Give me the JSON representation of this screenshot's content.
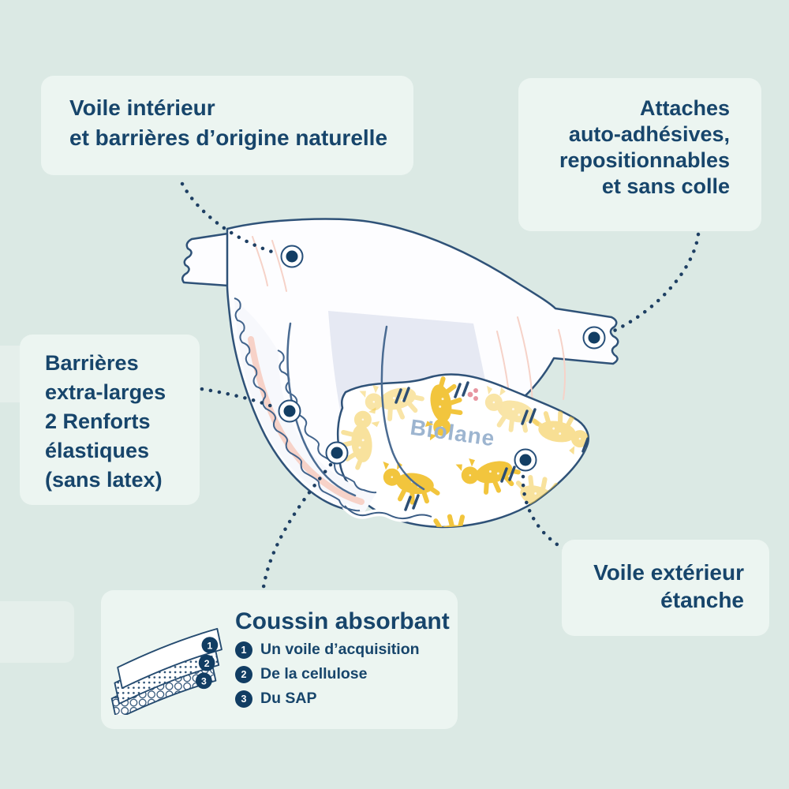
{
  "labels": {
    "inner_veil": {
      "lines": [
        "Voile intérieur",
        "et barrières d’origine naturelle"
      ]
    },
    "attaches": {
      "lines": [
        "Attaches",
        "auto-adhésives,",
        "repositionnables",
        "et sans colle"
      ]
    },
    "barriers": {
      "lines": [
        "Barrières",
        "extra-larges",
        "2 Renforts",
        "élastiques",
        "(sans latex)"
      ]
    },
    "outer_veil": {
      "lines": [
        "Voile extérieur",
        "étanche"
      ]
    },
    "cushion": {
      "title": "Coussin absorbant",
      "items": [
        {
          "num": "1",
          "text": "Un voile d’acquisition"
        },
        {
          "num": "2",
          "text": "De la cellulose"
        },
        {
          "num": "3",
          "text": "Du SAP"
        }
      ]
    }
  },
  "diaper": {
    "brand": "Biolane"
  },
  "colors": {
    "background": "#dbe9e4",
    "card": "#ecf5f1",
    "navy_text": "#17456b",
    "outline_navy": "#2f5278",
    "marker_navy": "#133e63",
    "pattern_yellow": "#f2c53d",
    "pad_lavender": "#e6e9f3",
    "pink_crease": "#f6d2c8",
    "logo_blue": "#9db5d0"
  }
}
